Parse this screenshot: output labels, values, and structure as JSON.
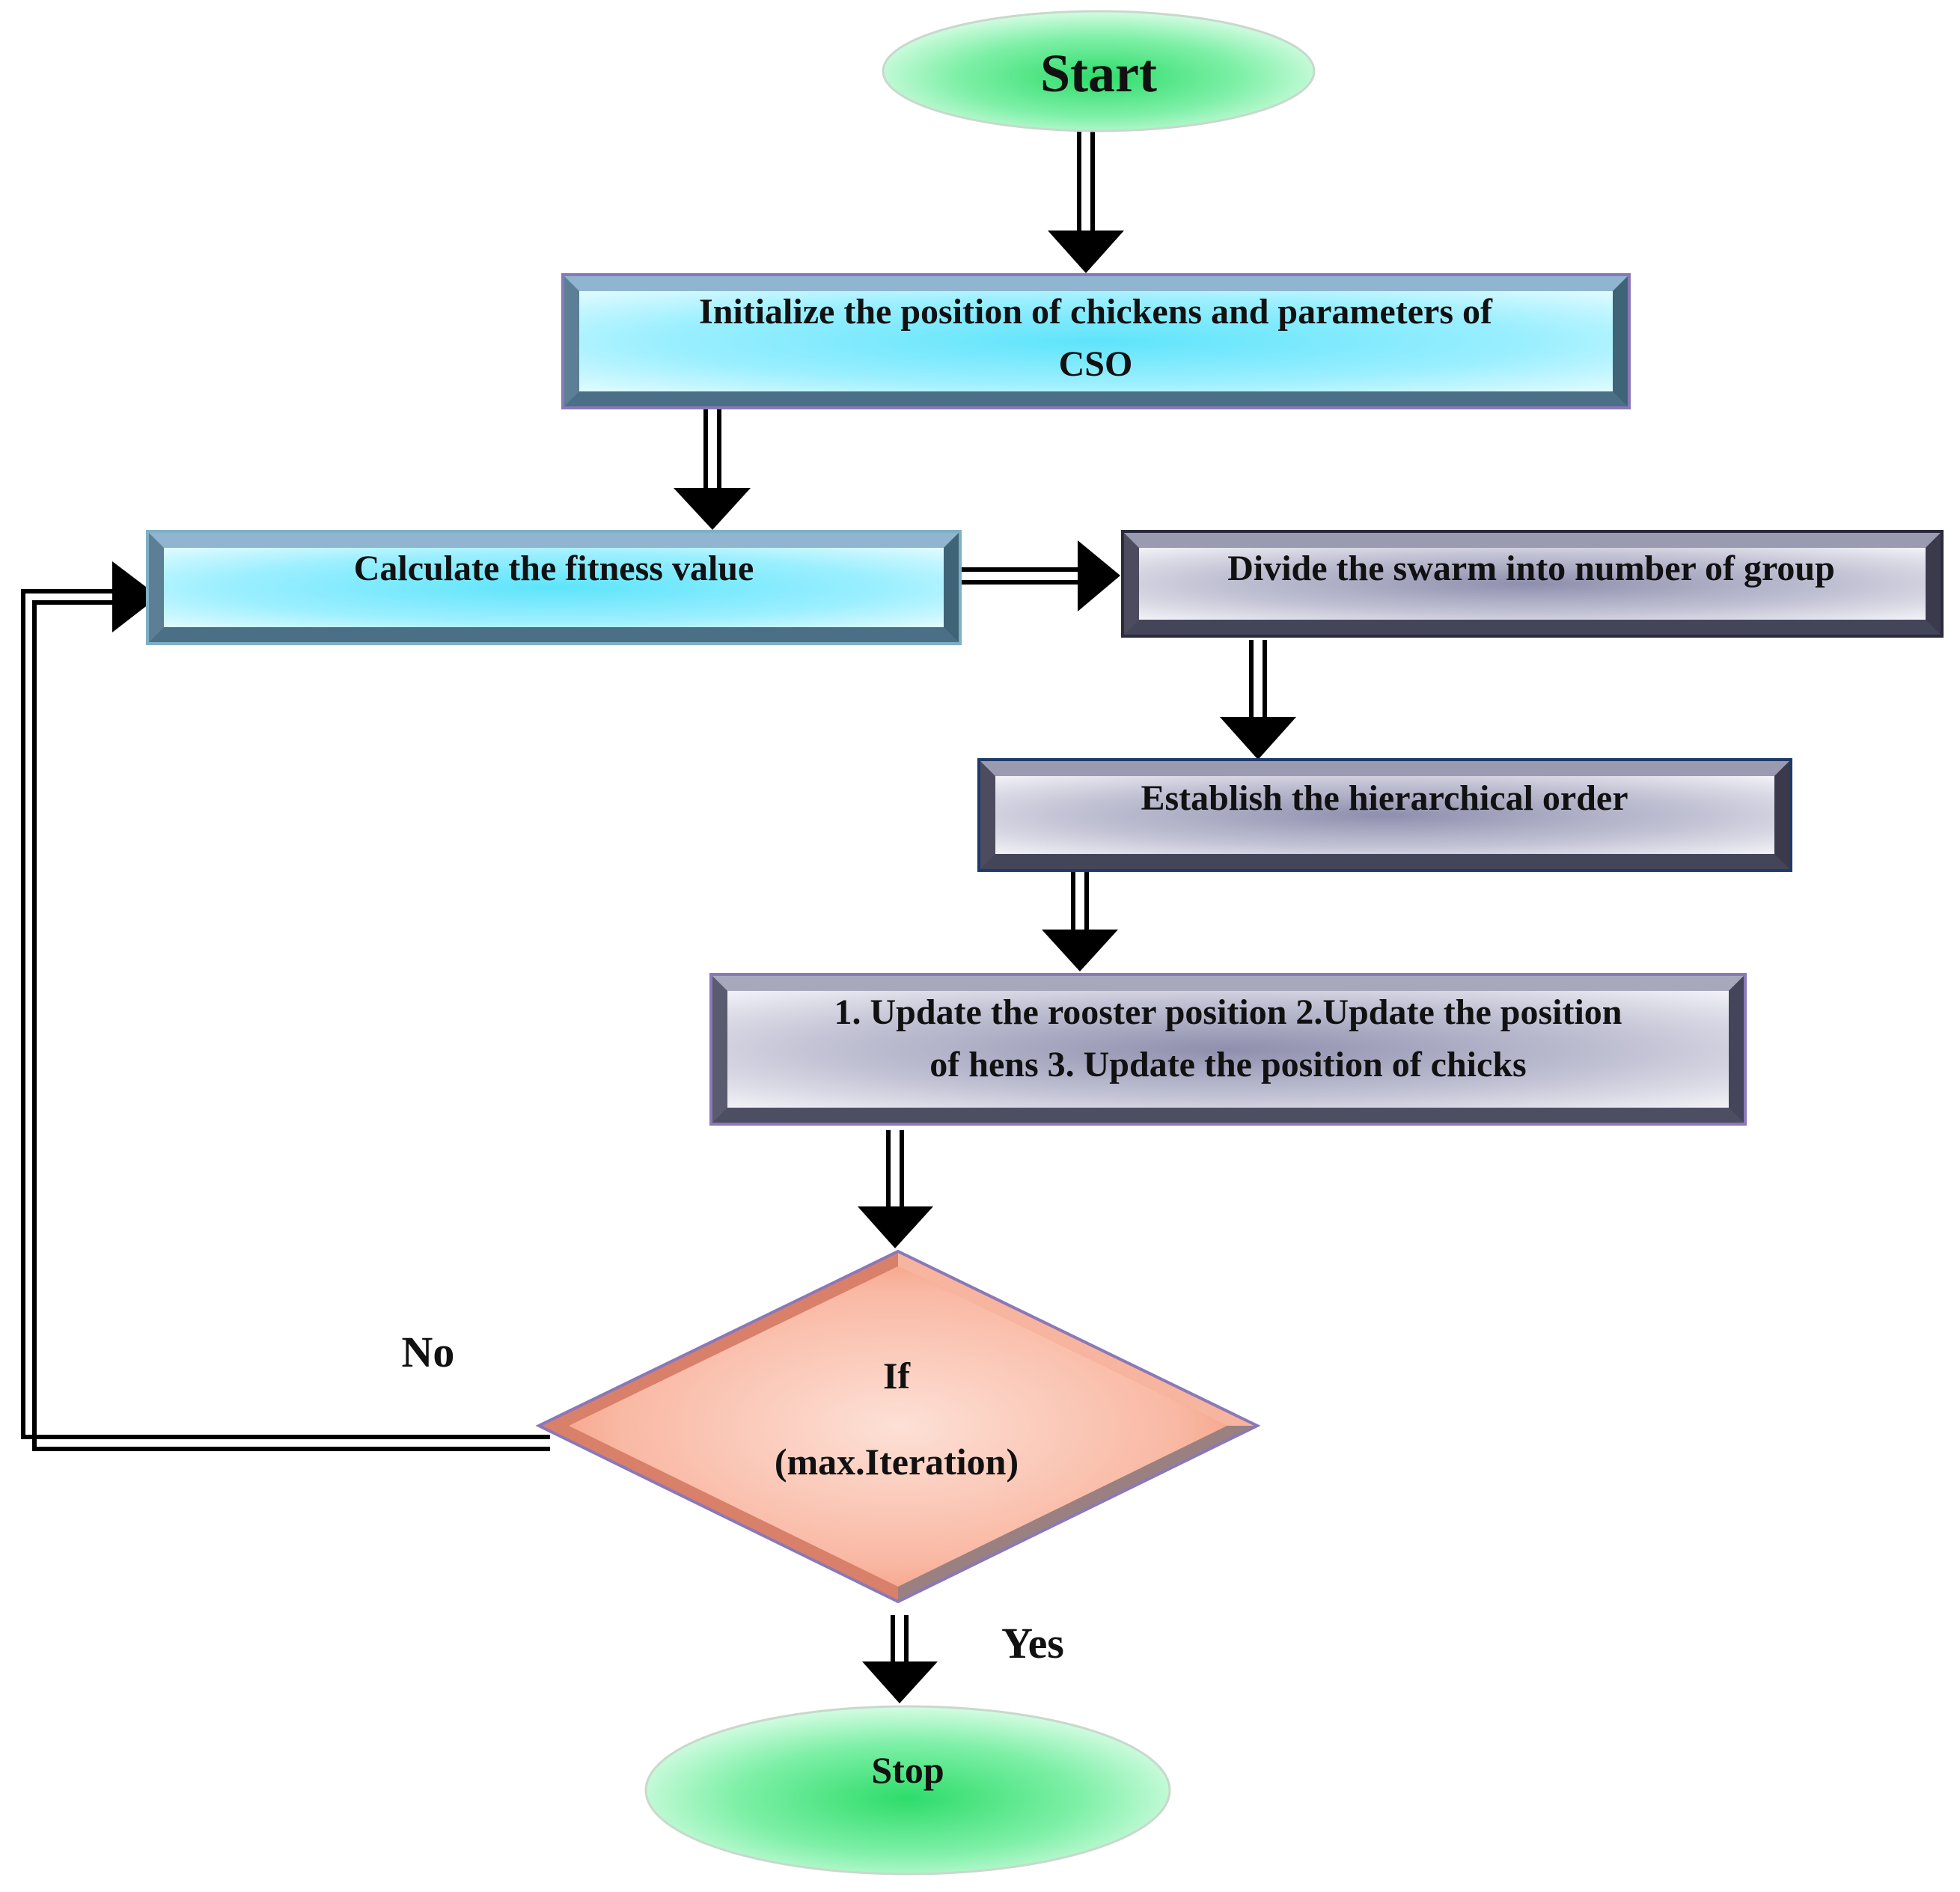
{
  "nodes": {
    "start": {
      "label": "Start"
    },
    "init": {
      "lines": [
        "Initialize  the  position  of chickens  and  parameters  of",
        "CSO"
      ]
    },
    "fitness": {
      "label": "Calculate  the  fitness  value"
    },
    "divide": {
      "label": "Divide  the swarm  into  number  of group"
    },
    "hierarchy": {
      "label": "Establish  the hierarchical  order"
    },
    "update": {
      "lines": [
        "1. Update the rooster position  2.Update the position",
        "of hens  3.  Update  the position  of chicks"
      ]
    },
    "decision": {
      "lines": [
        "If",
        "(max.Iteration)"
      ]
    },
    "stop": {
      "label": "Stop"
    }
  },
  "edge_labels": {
    "no": "No",
    "yes": "Yes"
  },
  "colors": {
    "terminal_green": "#5be08a",
    "process_cyan": "#7fe8fb",
    "process_gray": "#b7b7cc",
    "decision_salmon": "#f7a58c",
    "arrow": "#000000"
  }
}
